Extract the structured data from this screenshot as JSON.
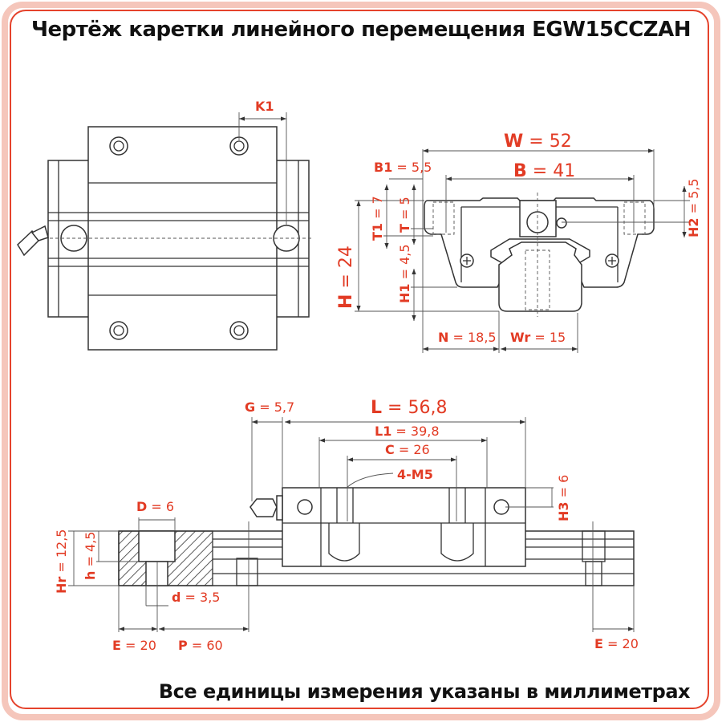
{
  "title": "Чертёж каретки линейного перемещения EGW15CCZAH",
  "footer": "Все единицы измерения указаны в миллиметрах",
  "colors": {
    "accent": "#e23b24",
    "frame": "#f5c6bb",
    "line": "#333333"
  },
  "dims": {
    "K1": {
      "sym": "K1",
      "val": ""
    },
    "W": {
      "sym": "W",
      "val": " = 52"
    },
    "B1": {
      "sym": "B1",
      "val": " = 5,5"
    },
    "B": {
      "sym": "B",
      "val": " = 41"
    },
    "H": {
      "sym": "H",
      "val": " = 24"
    },
    "T1": {
      "sym": "T1",
      "val": " = 7"
    },
    "T": {
      "sym": "T",
      "val": " = 5"
    },
    "H1": {
      "sym": "H1",
      "val": " = 4,5"
    },
    "H2": {
      "sym": "H2",
      "val": " = 5,5"
    },
    "N": {
      "sym": "N",
      "val": " = 18,5"
    },
    "Wr": {
      "sym": "Wr",
      "val": " = 15"
    },
    "G": {
      "sym": "G",
      "val": " = 5,7"
    },
    "L": {
      "sym": "L",
      "val": " = 56,8"
    },
    "L1": {
      "sym": "L1",
      "val": " = 39,8"
    },
    "C": {
      "sym": "C",
      "val": " = 26"
    },
    "M": {
      "sym": "4-M5",
      "val": ""
    },
    "H3": {
      "sym": "H3",
      "val": " = 6"
    },
    "D": {
      "sym": "D",
      "val": " = 6"
    },
    "Hr": {
      "sym": "Hr",
      "val": " = 12,5"
    },
    "h": {
      "sym": "h",
      "val": " = 4,5"
    },
    "d": {
      "sym": "d",
      "val": " = 3,5"
    },
    "E_left": {
      "sym": "E",
      "val": " = 20"
    },
    "P": {
      "sym": "P",
      "val": " = 60"
    },
    "E_right": {
      "sym": "E",
      "val": " = 20"
    }
  }
}
